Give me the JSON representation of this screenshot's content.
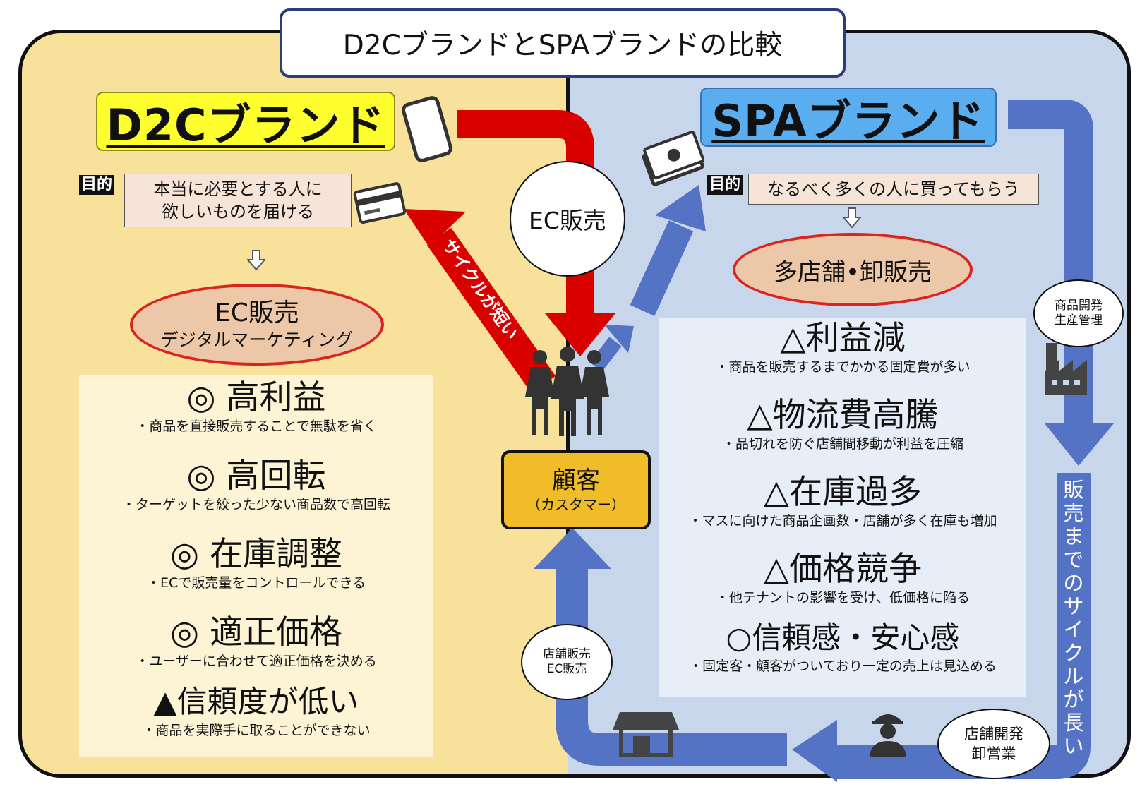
{
  "title": "D2CブランドとSPAブランドの比較",
  "d2c": {
    "brand": "D2Cブランド",
    "purpose_label": "目的",
    "purpose_line1": "本当に必要とする人に",
    "purpose_line2": "欲しいものを届ける",
    "oval_line1": "EC販売",
    "oval_line2": "デジタルマーケティング",
    "items": [
      {
        "heading": "◎ 高利益",
        "detail": "・商品を直接販売することで無駄を省く"
      },
      {
        "heading": "◎ 高回転",
        "detail": "・ターゲットを絞った少ない商品数で高回転"
      },
      {
        "heading": "◎ 在庫調整",
        "detail": "・ECで販売量をコントロールできる"
      },
      {
        "heading": "◎ 適正価格",
        "detail": "・ユーザーに合わせて適正価格を決める"
      },
      {
        "heading": "▲信頼度が低い",
        "detail": "・商品を実際手に取ることができない"
      }
    ],
    "cycle_label": "サイクルが短い"
  },
  "spa": {
    "brand": "SPAブランド",
    "purpose_label": "目的",
    "purpose": "なるべく多くの人に買ってもらう",
    "oval": "多店舗•卸販売",
    "items": [
      {
        "heading": "△利益減",
        "detail": "・商品を販売するまでかかる固定費が多い"
      },
      {
        "heading": "△物流費高騰",
        "detail": "・品切れを防ぐ店舗間移動が利益を圧縮"
      },
      {
        "heading": "△在庫過多",
        "detail": "・マスに向けた商品企画数・店舗が多く在庫も増加"
      },
      {
        "heading": "△価格競争",
        "detail": "・他テナントの影響を受け、低価格に陥る"
      },
      {
        "heading": "○信頼感・安心感",
        "detail": "・固定客・顧客がついており一定の売上は見込める"
      }
    ],
    "cycle_label": "販売までのサイクルが長い"
  },
  "center": {
    "ec_circle": "EC販売",
    "customer": "顧客",
    "customer_sub": "（カスタマー）",
    "store_circle_line1": "店舗販売",
    "store_circle_line2": "EC販売",
    "dev_circle_line1": "商品開発",
    "dev_circle_line2": "生産管理",
    "store_dev_line1": "店舗開発",
    "store_dev_line2": "卸営業"
  },
  "colors": {
    "left_panel": "#f8e19b",
    "right_panel": "#c8d6ec",
    "red_arrow": "#d90000",
    "blue_arrow": "#5573c4",
    "d2c_brand": "#ffff30",
    "spa_brand": "#5aaef0",
    "customer": "#f0bc2a"
  },
  "icons": [
    "smartphone-icon",
    "credit-card-icon",
    "cash-icon",
    "people-icon",
    "factory-icon",
    "worker-icon",
    "store-icon"
  ]
}
